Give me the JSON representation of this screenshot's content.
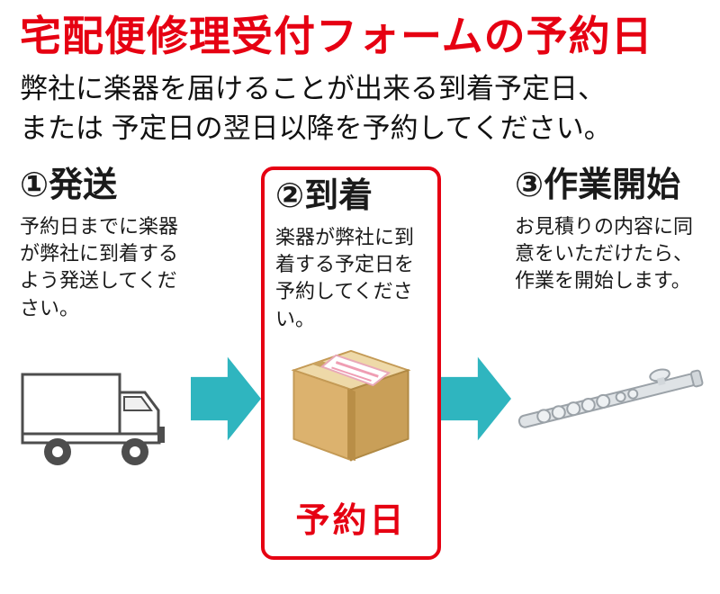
{
  "title": "宅配便修理受付フォームの予約日",
  "subtitle": {
    "line1": "弊社に楽器を届けることが出来る到着予定日、",
    "line2": "または 予定日の翌日以降を予約してください。"
  },
  "steps": [
    {
      "heading": "①発送",
      "description": "予約日までに楽器が弊社に到着するよう発送してください。",
      "icon": "truck-icon"
    },
    {
      "heading": "②到着",
      "description": "楽器が弊社に到着する予定日を予約してください。",
      "icon": "box-icon",
      "badge": "予約日",
      "highlighted": true
    },
    {
      "heading": "③作業開始",
      "description": "お見積りの内容に同意をいただけたら、作業を開始します。",
      "icon": "flute-icon"
    }
  ],
  "colors": {
    "accent_red": "#e60012",
    "arrow_teal": "#2fb5bf",
    "box_tan": "#dcb26e"
  }
}
